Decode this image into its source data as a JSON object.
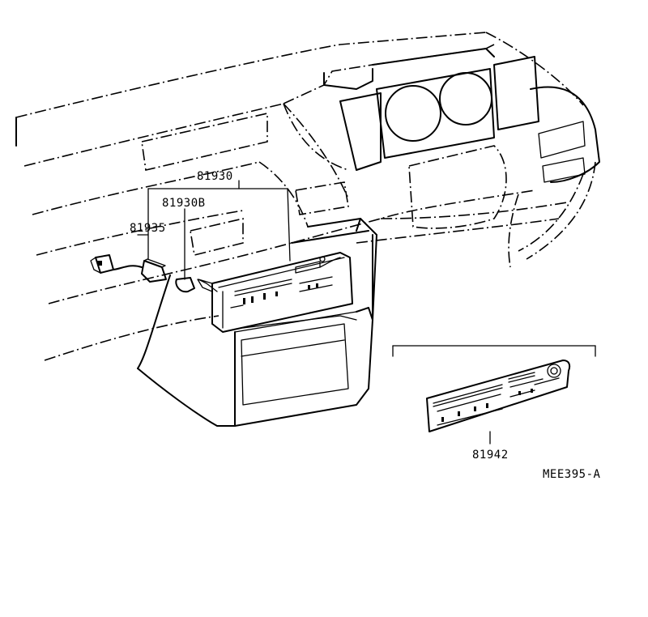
{
  "callouts": {
    "assembly": "81930",
    "bulb": "81930B",
    "socket": "81935",
    "panel": "81942"
  },
  "drawing_code": "MEE395-A"
}
